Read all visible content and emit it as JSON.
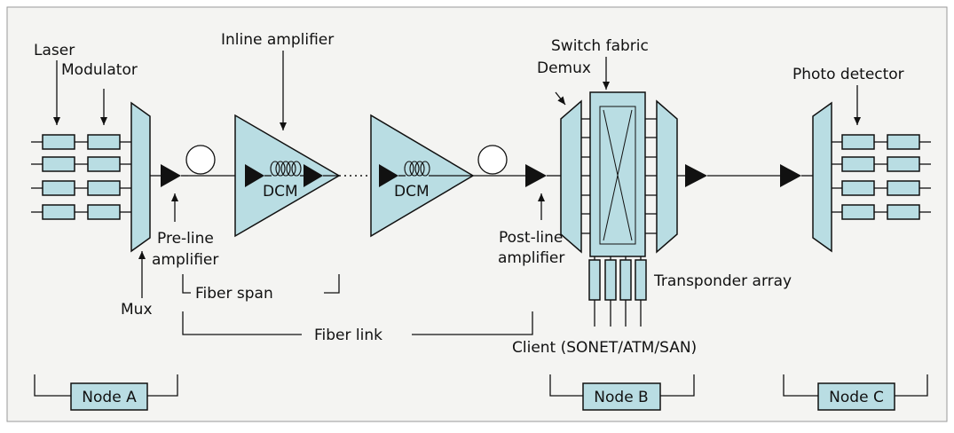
{
  "colors": {
    "panel_background": "#f4f4f2",
    "component_fill": "#b9dde3",
    "stroke": "#111111",
    "amplifier": "#111111"
  },
  "labels": {
    "laser": "Laser",
    "modulator": "Modulator",
    "inline_amplifier": "Inline amplifier",
    "switch_fabric": "Switch fabric",
    "demux": "Demux",
    "photo_detector": "Photo detector",
    "dcm_1": "DCM",
    "dcm_2": "DCM",
    "pre_line_amplifier_1": "Pre-line",
    "pre_line_amplifier_2": "amplifier",
    "post_line_amplifier_1": "Post-line",
    "post_line_amplifier_2": "amplifier",
    "mux": "Mux",
    "fiber_span": "Fiber span",
    "fiber_link": "Fiber link",
    "transponder_array": "Transponder array",
    "client": "Client (SONET/ATM/SAN)"
  },
  "nodes": {
    "node_a": "Node A",
    "node_b": "Node B",
    "node_c": "Node C"
  }
}
